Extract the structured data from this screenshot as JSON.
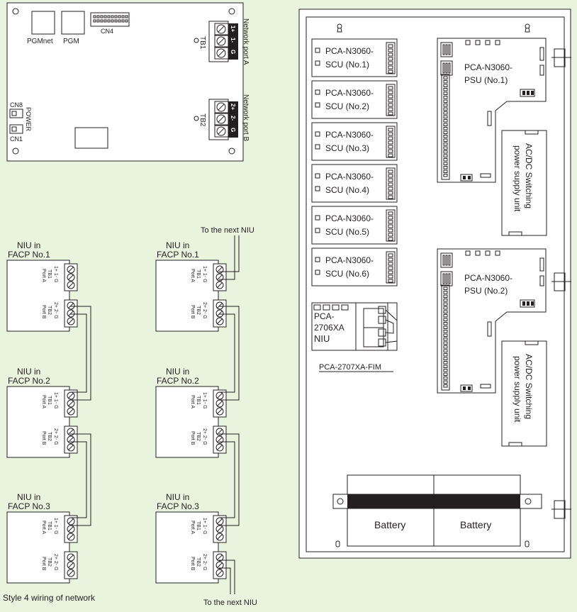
{
  "board": {
    "pgmnet": "PGMnet",
    "pgm": "PGM",
    "cn4": "CN4",
    "cn8": "CN8",
    "cn1": "CN1",
    "power": "POWER",
    "tb1": "TB1",
    "tb2": "TB2",
    "port_a": "Network port A",
    "port_b": "Network port B",
    "tb1_pins": [
      "1+",
      "1-",
      "G"
    ],
    "tb2_pins": [
      "2+",
      "2-",
      "G"
    ]
  },
  "style4": {
    "caption": "Style 4 wiring of network",
    "to_next_top": "To the next NIU",
    "to_next_bottom": "To the next NIU",
    "niu_label": "NIU in",
    "facps": [
      "FACP No.1",
      "FACP No.2",
      "FACP No.3"
    ],
    "tb1": "TB1",
    "tb2": "TB2",
    "port_a": "Port A",
    "port_b": "Port B",
    "tb1_pins": "1+ 1- G",
    "tb2_pins": "2+ 2- G"
  },
  "cabinet": {
    "scu_line1": "PCA-N3060-",
    "scus": [
      "SCU (No.1)",
      "SCU (No.2)",
      "SCU (No.3)",
      "SCU (No.4)",
      "SCU (No.5)",
      "SCU (No.6)"
    ],
    "psu_line1": "PCA-N3060-",
    "psus": [
      "PSU (No.1)",
      "PSU (No.2)"
    ],
    "power_supply_line1": "AC/DC Switching",
    "power_supply_line2": "power supply unit",
    "niu_line1": "PCA-",
    "niu_line2": "2706XA",
    "niu_line3": "NIU",
    "fim": "PCA-2707XA-FIM",
    "batteries": [
      "Battery",
      "Battery"
    ]
  }
}
